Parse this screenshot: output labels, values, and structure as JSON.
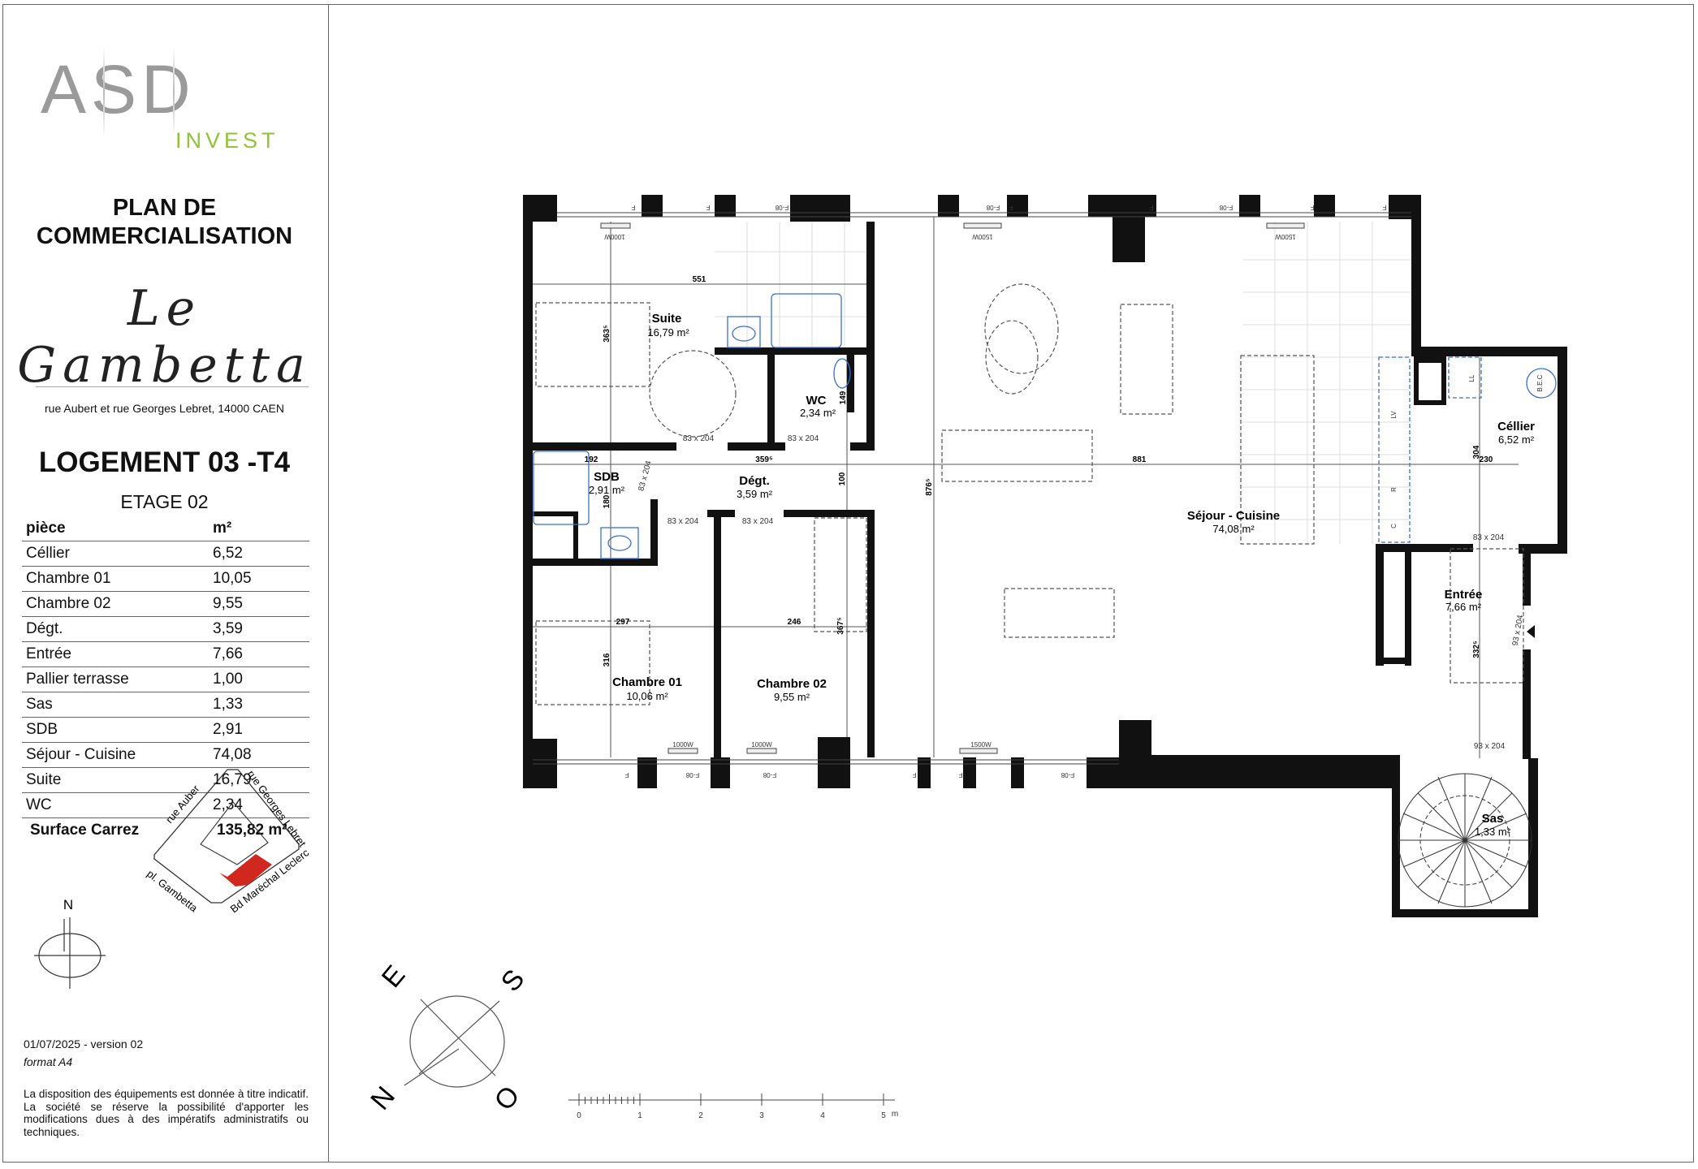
{
  "logo": {
    "main": "ASD",
    "sub": "INVEST",
    "sub_color": "#8fc33a"
  },
  "header": {
    "title_line1": "PLAN DE",
    "title_line2": "COMMERCIALISATION",
    "program_name": "Le Gambetta",
    "address": "rue Aubert et rue Georges Lebret, 14000 CAEN",
    "logement": "LOGEMENT 03 -T4",
    "etage": "ETAGE 02"
  },
  "surface_table": {
    "col_piece": "pièce",
    "col_m2": "m²",
    "rows": [
      {
        "piece": "Céllier",
        "m2": "6,52"
      },
      {
        "piece": "Chambre 01",
        "m2": "10,05"
      },
      {
        "piece": "Chambre 02",
        "m2": "9,55"
      },
      {
        "piece": "Dégt.",
        "m2": "3,59"
      },
      {
        "piece": "Entrée",
        "m2": "7,66"
      },
      {
        "piece": "Pallier terrasse",
        "m2": "1,00"
      },
      {
        "piece": "Sas",
        "m2": "1,33"
      },
      {
        "piece": "SDB",
        "m2": "2,91"
      },
      {
        "piece": "Séjour - Cuisine",
        "m2": "74,08"
      },
      {
        "piece": "Suite",
        "m2": "16,79"
      },
      {
        "piece": "WC",
        "m2": "2,34"
      }
    ],
    "total_label": "Surface Carrez",
    "total_value": "135,82 m²"
  },
  "site_plan": {
    "north": "N",
    "streets": [
      "rue Auber",
      "rue Georges Lebret",
      "pl. Gambetta",
      "Bd Maréchal Leclerc"
    ],
    "highlight_color": "#d0281e"
  },
  "footer": {
    "date_version": "01/07/2025 - version 02",
    "format": "format A4",
    "disclaimer": "La disposition des équipements est donnée à titre indicatif. La société se réserve la possibilité d'apporter les modifications dues à des impératifs administratifs ou techniques."
  },
  "plan": {
    "rooms": {
      "suite": {
        "name": "Suite",
        "area": "16,79 m²"
      },
      "wc": {
        "name": "WC",
        "area": "2,34 m²"
      },
      "sdb": {
        "name": "SDB",
        "area": "2,91 m²"
      },
      "degt": {
        "name": "Dégt.",
        "area": "3,59 m²"
      },
      "chambre01": {
        "name": "Chambre 01",
        "area": "10,06 m²"
      },
      "chambre02": {
        "name": "Chambre 02",
        "area": "9,55 m²"
      },
      "sejour": {
        "name": "Séjour - Cuisine",
        "area": "74,08 m²"
      },
      "cellier": {
        "name": "Céllier",
        "area": "6,52 m²"
      },
      "entree": {
        "name": "Entrée",
        "area": "7,66 m²"
      },
      "sas": {
        "name": "Sas",
        "area": "1,33 m²"
      }
    },
    "dimensions": {
      "d551": "551",
      "d359": "359⁵",
      "d192": "192",
      "d881": "881",
      "d230": "230",
      "d297": "297",
      "d246": "246",
      "d363": "363⁵",
      "d149": "149",
      "d180": "180",
      "d100": "100",
      "d316": "316",
      "d367": "367⁵",
      "d876": "876⁵",
      "d304": "304",
      "d332": "332⁵"
    },
    "doors": {
      "standard": "83 x 204",
      "entry": "93 x 204"
    },
    "radiators": {
      "r1000": "1000W",
      "r1500": "1500W"
    },
    "windows": {
      "fixed": "F",
      "openable": "F-08"
    },
    "appliances": {
      "ll": "LL",
      "bec": "B.E.C",
      "lv": "LV",
      "r": "R",
      "c": "C"
    },
    "wall_color": "#111111",
    "fixture_color": "#3a6fd0"
  },
  "orientation": {
    "n": "N",
    "e": "E",
    "s": "S",
    "o": "O"
  },
  "scale_bar": {
    "ticks": [
      "0",
      "1",
      "2",
      "3",
      "4",
      "5"
    ],
    "unit": "m"
  }
}
